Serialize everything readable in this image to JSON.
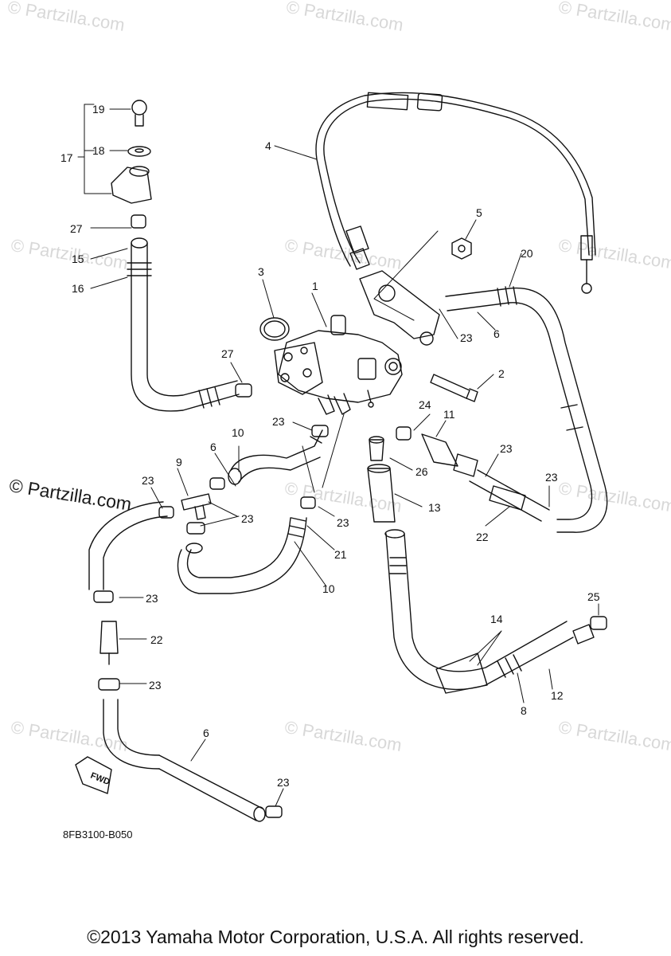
{
  "watermark": "© Partzilla.com",
  "watermark_main": "© Partzilla.com",
  "diagram_code": "8FB3100-B050",
  "fwd_label": "FWD",
  "copyright": "©2013 Yamaha Motor Corporation, U.S.A. All rights reserved.",
  "callouts": {
    "c1": "1",
    "c2": "2",
    "c3": "3",
    "c4": "4",
    "c5": "5",
    "c6a": "6",
    "c6b": "6",
    "c6c": "6",
    "c8": "8",
    "c9": "9",
    "c10a": "10",
    "c10b": "10",
    "c11": "11",
    "c12": "12",
    "c13": "13",
    "c14": "14",
    "c15": "15",
    "c16": "16",
    "c17": "17",
    "c18": "18",
    "c19": "19",
    "c20": "20",
    "c21": "21",
    "c22a": "22",
    "c22b": "22",
    "c23a": "23",
    "c23b": "23",
    "c23c": "23",
    "c23d": "23",
    "c23e": "23",
    "c23f": "23",
    "c23g": "23",
    "c23h": "23",
    "c23i": "23",
    "c23j": "23",
    "c24": "24",
    "c25": "25",
    "c26": "26",
    "c27a": "27",
    "c27b": "27"
  }
}
